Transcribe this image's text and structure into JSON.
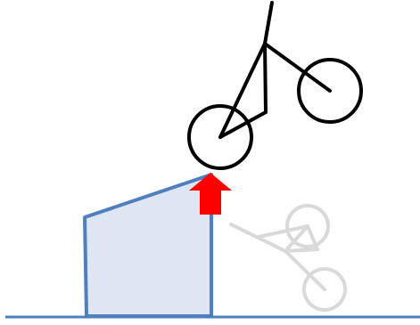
{
  "diagram": {
    "colors": {
      "ground": "#4F7FBF",
      "obstacle_fill": "#DDE6F2",
      "obstacle_stroke": "#4F7FBF",
      "bike": "#000000",
      "bike_shadow": "#D9D9D9",
      "force_arrow": "#FF0000",
      "background": "#FFFFFF"
    },
    "elements": {
      "ground": "ground-line",
      "obstacle": "obstacle-box",
      "force": "upward-force-arrow",
      "bike_current": "bicycle-lifted",
      "bike_previous": "bicycle-shadow"
    }
  }
}
